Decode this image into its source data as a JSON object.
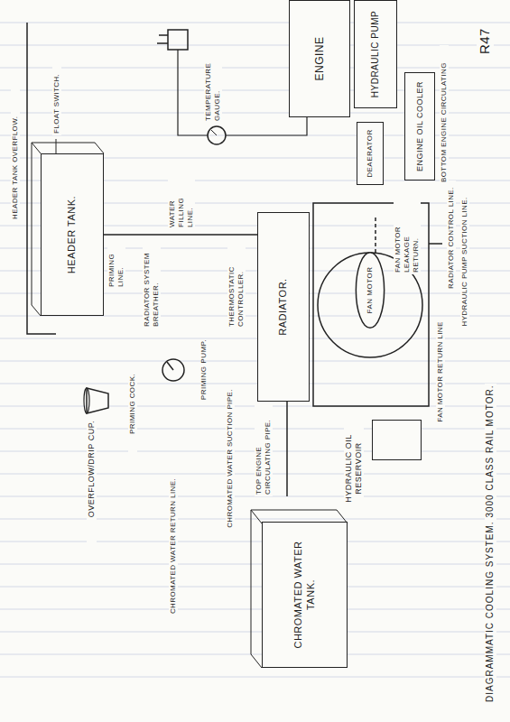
{
  "diagram": {
    "title": "DIAGRAMMATIC COOLING SYSTEM. 3000 CLASS RAIL MOTOR.",
    "nodes": [
      {
        "text": [
          "ENGINE"
        ]
      },
      {
        "text": [
          "HYDRAULIC PUMP"
        ]
      },
      {
        "text": [
          "ENGINE OIL COOLER"
        ]
      },
      {
        "text": [
          "DEAERATOR"
        ]
      },
      {
        "text": [
          "HEADER TANK."
        ]
      },
      {
        "text": [
          "PRIMING PUMP."
        ]
      },
      {
        "text": [
          "RADIATOR."
        ]
      },
      {
        "text": [
          "FAN MOTOR"
        ]
      },
      {
        "text": [
          "HYDRAULIC OIL RESERVOIR"
        ]
      },
      {
        "text": [
          "OVERFLOW/DRIP CUP."
        ]
      },
      {
        "text": [
          "CHROMATED WATER TANK."
        ]
      }
    ],
    "edges": [
      {
        "from": 4,
        "to": 9,
        "arrow": "to"
      },
      {
        "from": 10,
        "to": 5,
        "arrow": "to",
        "label": "CHROMATED WATER SUCTION PIPE."
      },
      {
        "from": 5,
        "to": 10,
        "arrow": "to",
        "label": "CHROMATED WATER RETURN LINE."
      },
      {
        "from": 5,
        "to": 4,
        "arrow": "to",
        "label": "PRIMING LINE."
      },
      {
        "from": 4,
        "to": 3,
        "arrow": "to",
        "label": "WATER FILLING LINE."
      },
      {
        "from": 0,
        "to": 3,
        "arrow": "none"
      },
      {
        "from": 8,
        "to": 1,
        "arrow": "to",
        "label": "HYDRAULIC PUMP SUCTION LINE."
      },
      {
        "from": 7,
        "to": 8,
        "arrow": "to",
        "label": "FAN MOTOR RETURN LINE"
      },
      {
        "from": 3,
        "to": 6,
        "arrow": "none"
      },
      {
        "from": 3,
        "to": 2,
        "arrow": "none"
      }
    ],
    "labels": [
      "R47",
      "FLOAT SWITCH.",
      "HEADER TANK OVERFLOW.",
      "PRIMING COCK.",
      "RADIATOR SYSTEM BREATHER.",
      "THERMOSTATIC CONTROLLER.",
      "TEMPERATURE GAUGE.",
      "TOP ENGINE CIRCULATING PIPE.",
      "BOTTOM ENGINE CIRCULATING",
      "FAN MOTOR LEAKAGE RETURN.",
      "RADIATOR CONTROL LINE."
    ]
  }
}
